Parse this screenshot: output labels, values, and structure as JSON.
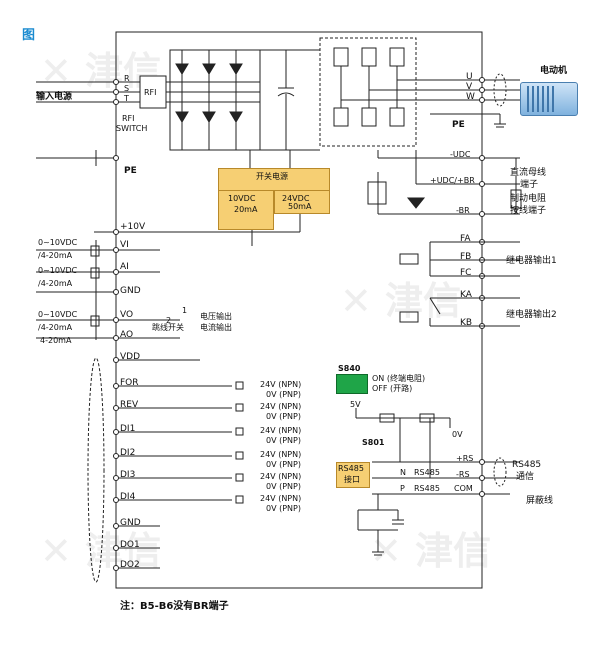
{
  "header": {
    "title": "图"
  },
  "left_labels": {
    "input_power": "输入电源",
    "R": "R",
    "S": "S",
    "T": "T",
    "rfi": "RFI",
    "rfi_switch_1": "RFI",
    "rfi_switch_2": "SWITCH",
    "pe": "PE",
    "plus10v": "+10V",
    "vi": "VI",
    "ai": "AI",
    "gnd": "GND",
    "vo": "VO",
    "ao": "AO",
    "vdd": "VDD",
    "for": "FOR",
    "rev": "REV",
    "di1": "DI1",
    "di2": "DI2",
    "di3": "DI3",
    "di4": "DI4",
    "gnd2": "GND",
    "do1": "DO1",
    "do2": "DO2",
    "vi_range_1": "0~10VDC",
    "vi_range_2": "/4-20mA",
    "ai_range_1": "0~10VDC",
    "ai_range_2": "/4-20mA",
    "vo_range_1": "0~10VDC",
    "vo_range_2": "/4-20mA",
    "ao_range": "4-20mA",
    "sw_pos1": "1",
    "sw_pos2": "2",
    "voltage_out": "电压输出",
    "current_out": "电流输出",
    "jumper": "跳线开关",
    "npn_pnp": [
      {
        "a": "24V (NPN)",
        "b": "0V (PNP)"
      },
      {
        "a": "24V (NPN)",
        "b": "0V (PNP)"
      },
      {
        "a": "24V (NPN)",
        "b": "0V (PNP)"
      },
      {
        "a": "24V (NPN)",
        "b": "0V (PNP)"
      },
      {
        "a": "24V (NPN)",
        "b": "0V (PNP)"
      },
      {
        "a": "24V (NPN)",
        "b": "0V (PNP)"
      }
    ]
  },
  "power_supply": {
    "title": "开关电源",
    "v10": "10VDC",
    "v10_i": "20mA",
    "v24": "24VDC",
    "v24_i": "50mA"
  },
  "right_labels": {
    "motor": "电动机",
    "U": "U",
    "V": "V",
    "W": "W",
    "pe": "PE",
    "udc_minus": "-UDC",
    "udc_plus": "+UDC/+BR",
    "br_minus": "-BR",
    "dc_bus_1": "直流母线",
    "dc_bus_2": "端子",
    "brake_1": "制动电阻",
    "brake_2": "按线端子",
    "fa": "FA",
    "fb": "FB",
    "fc": "FC",
    "relay1": "继电器输出1",
    "ka": "KA",
    "kb": "KB",
    "relay2": "继电器输出2",
    "plus_rs": "+RS",
    "minus_rs": "-RS",
    "rs485_1": "RS485",
    "rs485_2": "通信",
    "shield": "屏蔽线"
  },
  "comm": {
    "s840": "S840",
    "s840_on": "ON (终端电阻)",
    "s840_off": "OFF (开路)",
    "v5": "5V",
    "s801": "S801",
    "ov": "0V",
    "rs485_box_1": "RS485",
    "rs485_box_2": "接口",
    "n": "N",
    "rs485_n": "RS485",
    "p": "P",
    "rs485_p": "RS485",
    "com": "COM"
  },
  "footer": {
    "note": "注：B5-B6没有BR端子"
  },
  "colors": {
    "box_yellow": "#f6cf73",
    "switch_green": "#1fa548",
    "title_blue": "#1a8bd0",
    "motor_blue": "#7fb2de"
  }
}
